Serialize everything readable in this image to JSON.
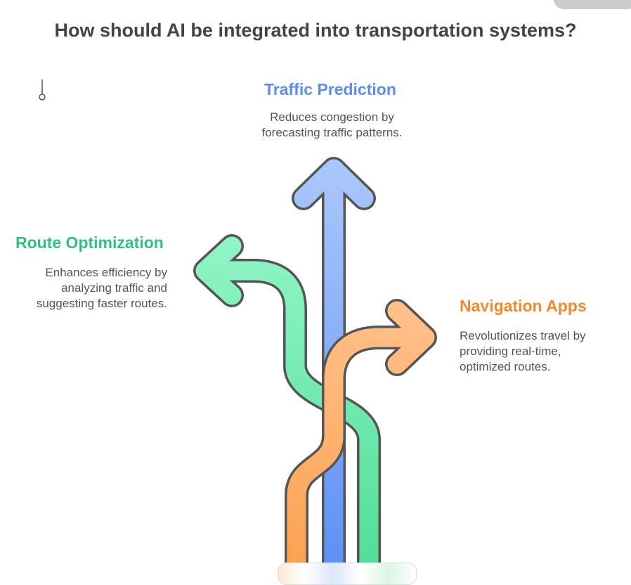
{
  "title": "How should AI be integrated into transportation systems?",
  "items": [
    {
      "heading": "Traffic Prediction",
      "description_lines": [
        "Reduces congestion by",
        "forecasting traffic patterns."
      ],
      "color": "#5b8def"
    },
    {
      "heading": "Route Optimization",
      "description_lines": [
        "Enhances efficiency by",
        "analyzing traffic and",
        "suggesting faster routes."
      ],
      "color": "#2ec27e"
    },
    {
      "heading": "Navigation Apps",
      "description_lines": [
        "Revolutionizes travel by",
        "providing real-time,",
        "optimized routes."
      ],
      "color": "#f08a2c"
    }
  ]
}
